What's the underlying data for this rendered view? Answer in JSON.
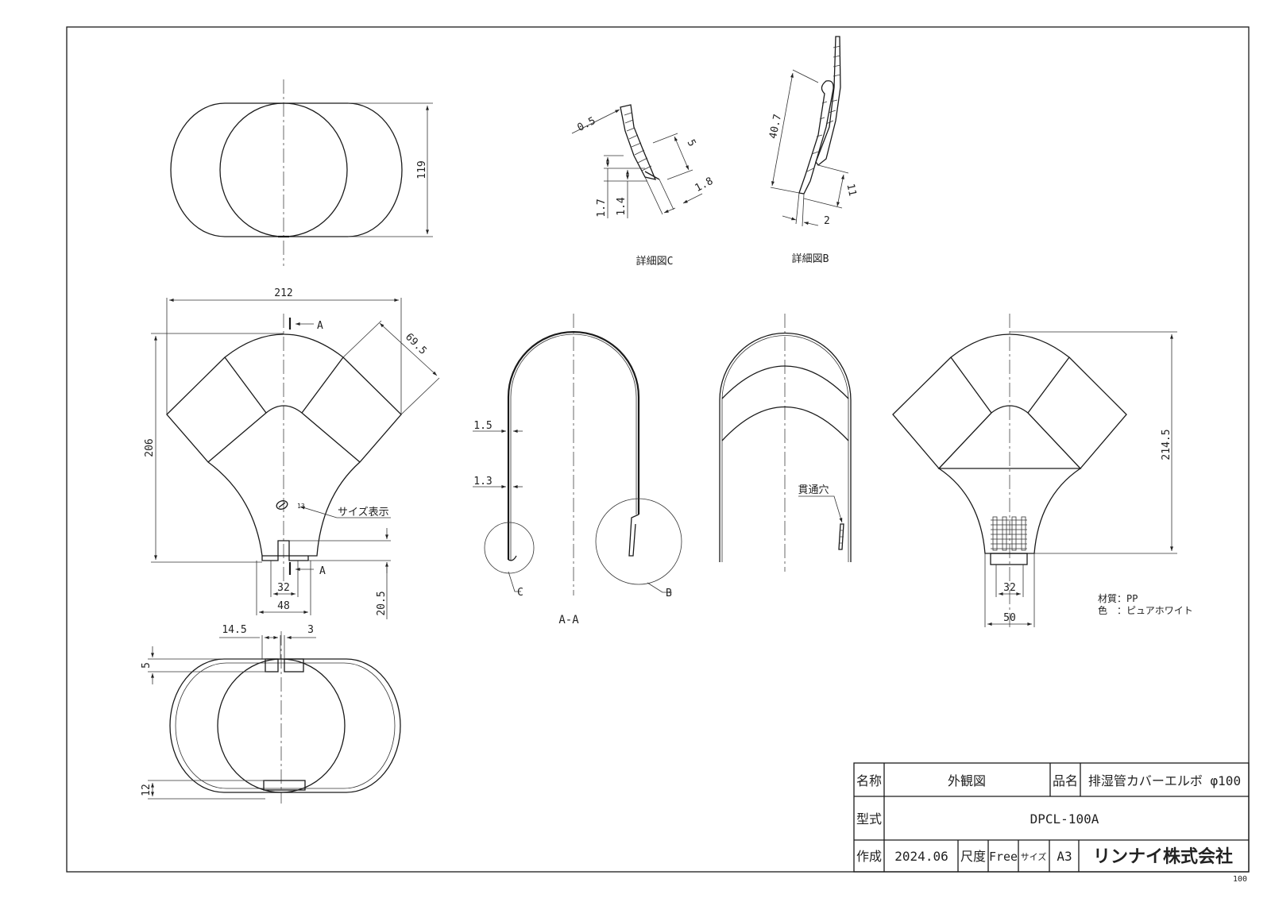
{
  "dimensions": {
    "top_height": "119",
    "front_width": "212",
    "front_height": "206",
    "arm_width": "69.5",
    "slot_width": "32",
    "base_width": "48",
    "base_height": "20.5",
    "bottom_left": "14.5",
    "bottom_right": "3",
    "bottom_top_offset": "5",
    "bottom_bottom_offset": "12",
    "section_thickness_upper": "1.5",
    "section_thickness_lower": "1.3",
    "detail_c_tip": "0.5",
    "detail_c_length": "5",
    "detail_c_width": "1.8",
    "detail_c_h1": "1.7",
    "detail_c_h2": "1.4",
    "detail_b_length": "40.7",
    "detail_b_height": "11",
    "detail_b_width": "2",
    "back_height": "214.5",
    "back_slot_width": "32",
    "back_base_width": "50"
  },
  "labels": {
    "section_marker_top": "A",
    "section_marker_bottom": "A",
    "size_note": "サイズ表示",
    "size_mark": "13",
    "section_title": "A-A",
    "detail_c_callout": "C",
    "detail_b_callout": "B",
    "detail_c_title": "詳細図C",
    "detail_b_title": "詳細図B",
    "through_hole": "貫通穴",
    "material_line": "材質：PP",
    "color_line": "色　：ピュアホワイト",
    "corner_number": "100"
  },
  "title_block": {
    "name_label": "名称",
    "name_value": "外観図",
    "product_label": "品名",
    "product_value": "排湿管カバーエルボ φ100",
    "model_label": "型式",
    "model_value": "DPCL-100A",
    "created_label": "作成",
    "created_value": "2024.06",
    "scale_label": "尺度",
    "scale_value": "Free",
    "size_label": "サイズ",
    "size_value": "A3",
    "company": "リンナイ株式会社"
  }
}
